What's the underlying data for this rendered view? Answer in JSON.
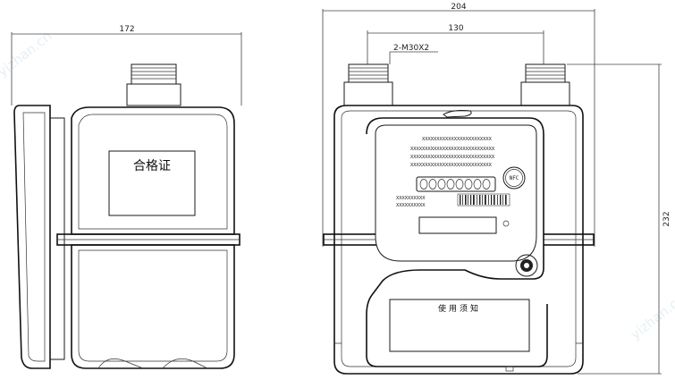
{
  "dimensions": {
    "side_width": "172",
    "front_width": "204",
    "inlet_spacing": "130",
    "thread": "2-M30X2",
    "height": "232"
  },
  "labels": {
    "certificate": "合格证",
    "instructions": "使用须知",
    "nfc": "NFC",
    "counter_digits": "00000000"
  },
  "placeholder_rows": [
    "XXXXXXXXXXXXXXXXXXXXXXXX",
    "XXXXXXXXXXXXXXXXXXXXXXXXXXXXX",
    "XXXXXXXXXXXXXXXXXXXXXXXXXXXXX",
    "XXXXXXXXXXXXXXXXXXXXXXXXXXXX",
    "XXXXXXXXXX",
    "XXXXXXXXXX"
  ],
  "watermark": "yizhan.cn"
}
